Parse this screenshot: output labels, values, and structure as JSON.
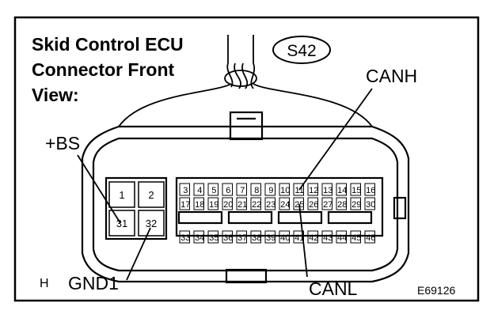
{
  "title_lines": [
    "Skid Control ECU",
    "Connector Front",
    "View:"
  ],
  "connector_code": "S42",
  "figure_id": "E69126",
  "h_mark": "H",
  "labels": {
    "canh": "CANH",
    "canl": "CANL",
    "bs": "+BS",
    "gnd1": "GND1"
  },
  "large_pins": [
    "1",
    "2",
    "31",
    "32"
  ],
  "small_pins_row1": [
    "3",
    "4",
    "5",
    "6",
    "7",
    "8",
    "9",
    "10",
    "11",
    "12",
    "13",
    "14",
    "15",
    "16"
  ],
  "small_pins_row2": [
    "17",
    "18",
    "19",
    "20",
    "21",
    "22",
    "23",
    "24",
    "25",
    "26",
    "27",
    "28",
    "29",
    "30"
  ],
  "small_pins_row3": [
    "33",
    "34",
    "35",
    "36",
    "37",
    "38",
    "39",
    "40",
    "41",
    "42",
    "43",
    "44",
    "45",
    "46"
  ],
  "colors": {
    "line": "#000000",
    "background": "#ffffff"
  }
}
